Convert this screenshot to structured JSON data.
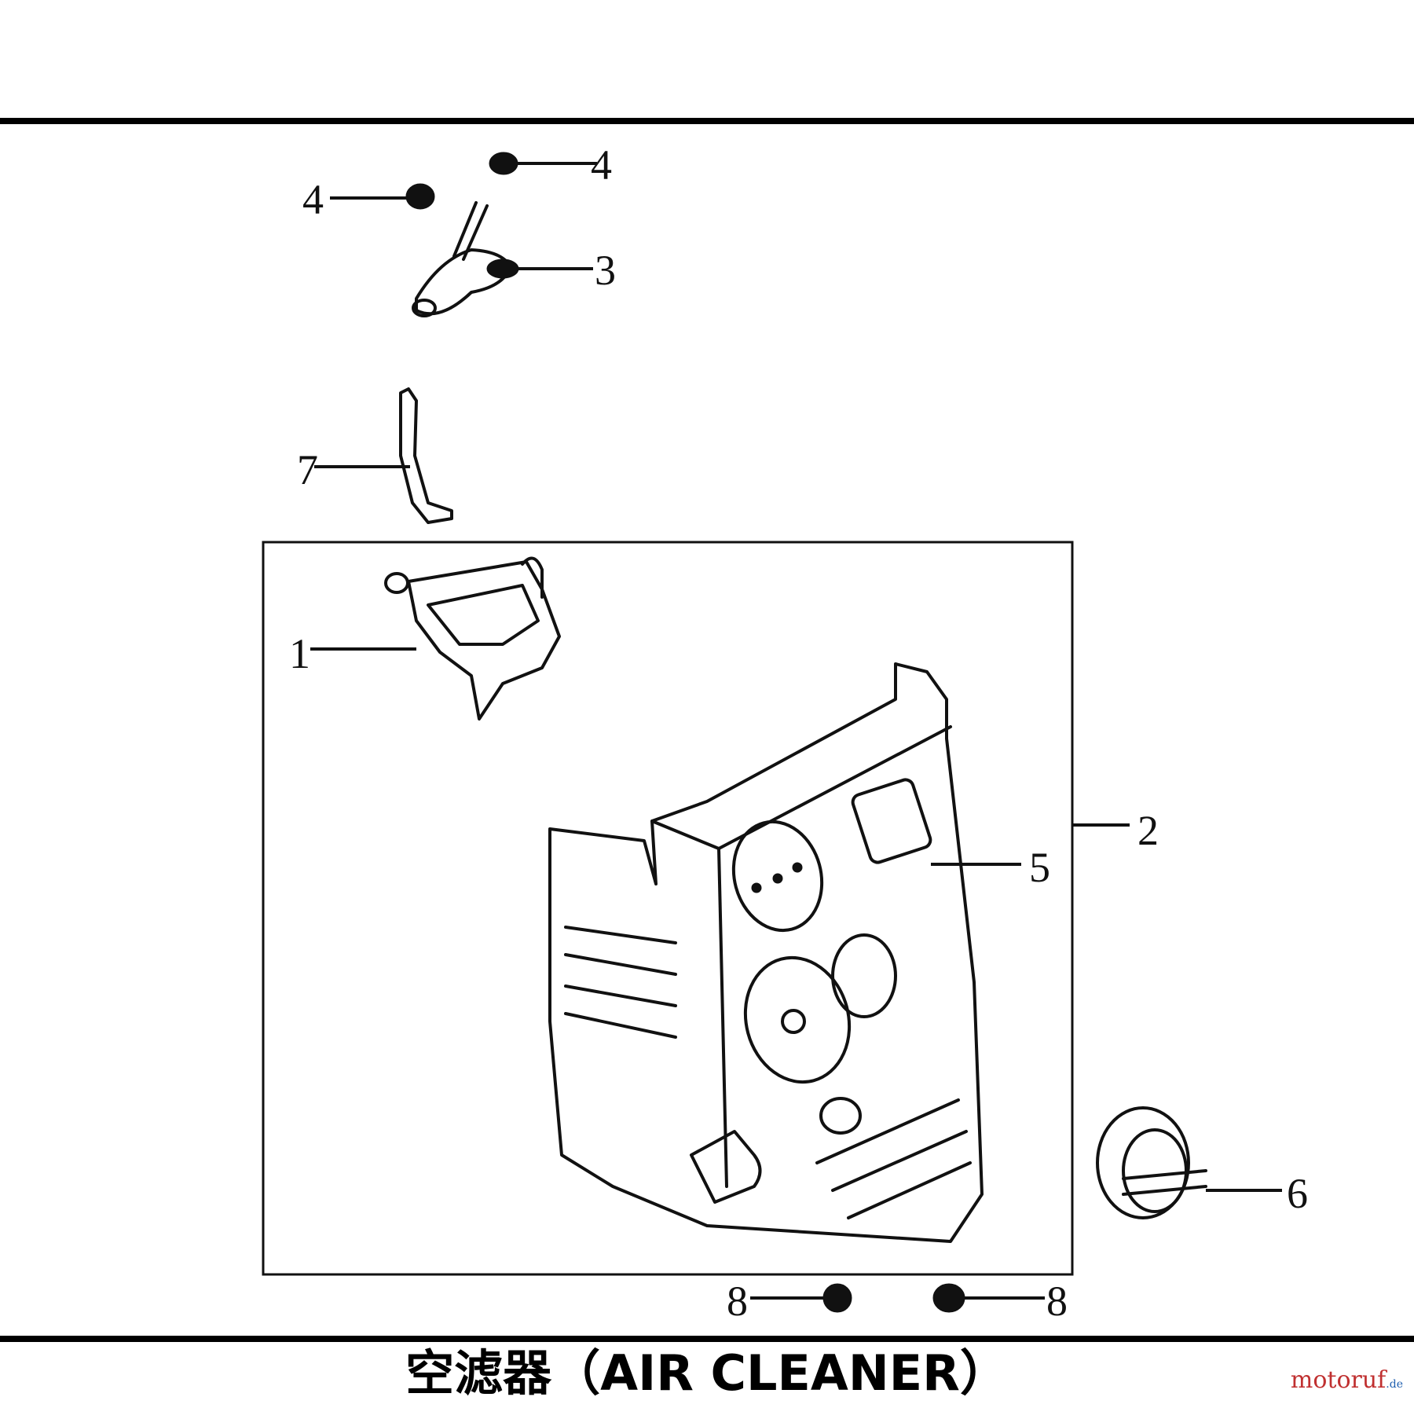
{
  "diagram": {
    "caption": "空滤器（AIR CLEANER）",
    "watermark": {
      "main": "motoruf",
      "suffix": ".de"
    },
    "callouts": [
      "1",
      "2",
      "3",
      "4",
      "4",
      "5",
      "6",
      "7",
      "8",
      "8"
    ]
  }
}
